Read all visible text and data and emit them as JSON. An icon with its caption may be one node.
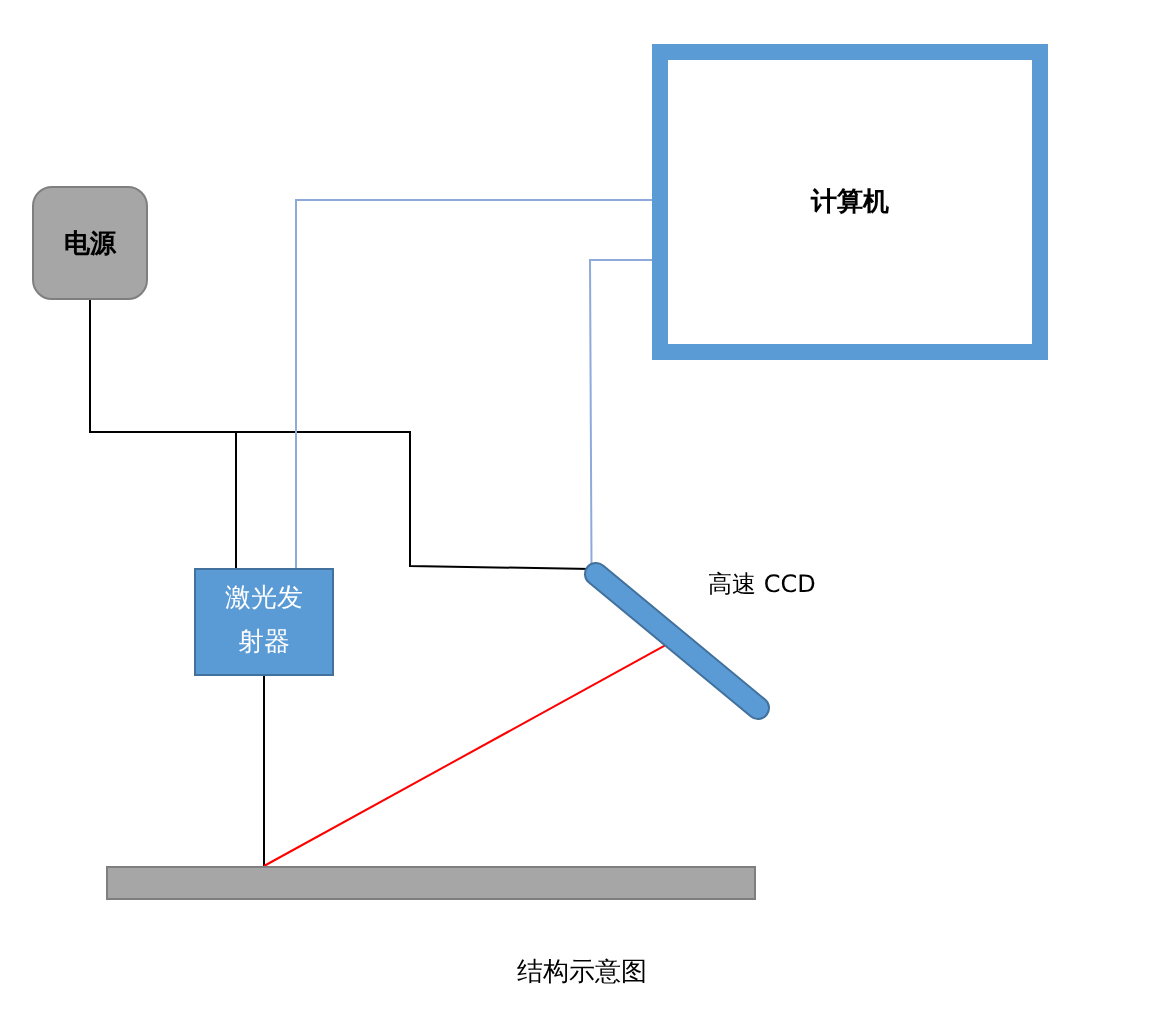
{
  "diagram": {
    "caption": "结构示意图",
    "nodes": [
      {
        "text": [
          "电源"
        ]
      },
      {
        "text": [
          "计算机"
        ]
      },
      {
        "text": [
          "激光发射器"
        ]
      },
      {
        "text": [],
        "shape": "bar",
        "beside": [
          "高速 CCD"
        ]
      },
      {
        "text": [],
        "shape": "bar"
      }
    ],
    "edges": [
      {
        "from": 0,
        "to": 2,
        "arrow": "none"
      },
      {
        "from": 0,
        "to": 3,
        "arrow": "none"
      },
      {
        "from": 1,
        "to": 2,
        "arrow": "none",
        "color": "#8eaadb"
      },
      {
        "from": 1,
        "to": 3,
        "arrow": "none",
        "color": "#8eaadb"
      },
      {
        "from": 2,
        "to": 4,
        "arrow": "none"
      },
      {
        "from": 4,
        "to": 3,
        "arrow": "none",
        "color": "#ff0000"
      }
    ]
  }
}
